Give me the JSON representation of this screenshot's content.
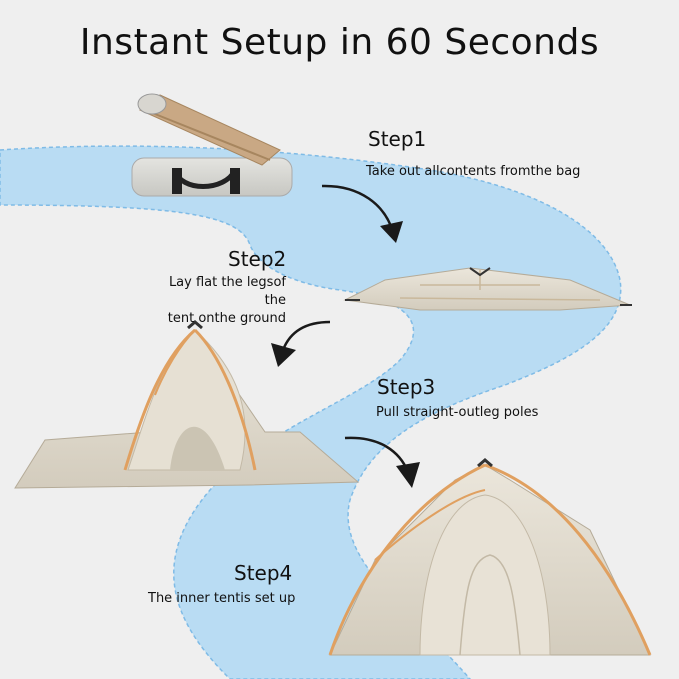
{
  "title": "Instant Setup in 60 Seconds",
  "colors": {
    "background": "#efefef",
    "path_fill": "#b9dcf3",
    "path_edge": "#7fbbe6",
    "tent_fabric": "#e2dccf",
    "tent_pole": "#e0a060",
    "arrow": "#1a1a1a"
  },
  "steps": [
    {
      "title": "Step1",
      "description": "Take out allcontents fromthe bag",
      "illustration": "tent-bag-icon"
    },
    {
      "title": "Step2",
      "description_lines": [
        "Lay flat the legsof the",
        "tent onthe ground"
      ],
      "illustration": "flat-tent-icon"
    },
    {
      "title": "Step3",
      "description": "Pull straight-outleg poles",
      "illustration": "half-raised-tent-icon"
    },
    {
      "title": "Step4",
      "description": "The inner tentis set up",
      "illustration": "pitched-tent-icon"
    }
  ]
}
